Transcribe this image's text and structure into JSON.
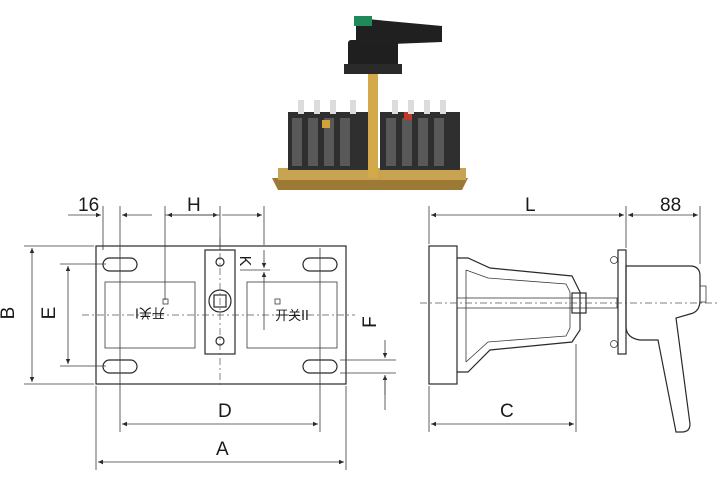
{
  "dimensions": {
    "d16": "16",
    "H": "H",
    "L": "L",
    "d88": "88",
    "B": "B",
    "E": "E",
    "K": "K",
    "F": "F",
    "D": "D",
    "A": "A",
    "C": "C"
  },
  "switch_labels": {
    "switch_1": "开关I",
    "switch_2": "开关II"
  },
  "colors": {
    "line": "#2a2a2a",
    "photo_base": "#b08a3a",
    "photo_body": "#2b2b2b",
    "handle_green": "#1e8a5a"
  },
  "icons": {
    "product_photo": "dual-power-transfer-switch-photo"
  }
}
